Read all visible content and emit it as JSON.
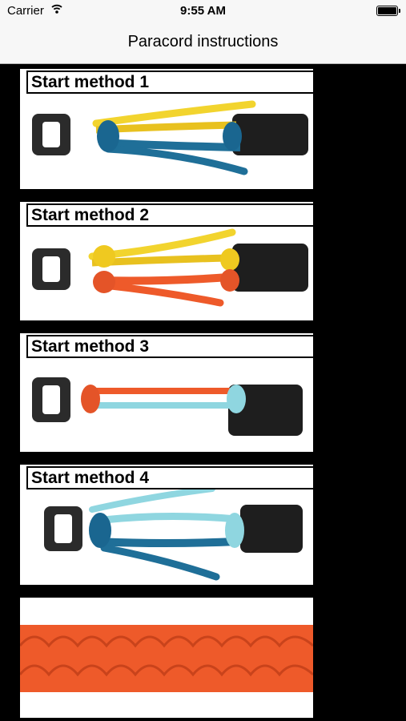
{
  "status_bar": {
    "carrier": "Carrier",
    "time": "9:55 AM"
  },
  "nav": {
    "title": "Paracord instructions"
  },
  "methods": [
    {
      "label": "Start method 1",
      "colors": [
        "#f2d42e",
        "#1f6f98"
      ]
    },
    {
      "label": "Start method 2",
      "colors": [
        "#f2d42e",
        "#ee5a2a"
      ]
    },
    {
      "label": "Start method 3",
      "colors": [
        "#ee5a2a",
        "#8fd6e0"
      ]
    },
    {
      "label": "Start method 4",
      "colors": [
        "#8fd6e0",
        "#1f6f98"
      ]
    }
  ],
  "bracelet": {
    "color": "#ee5a2a"
  }
}
